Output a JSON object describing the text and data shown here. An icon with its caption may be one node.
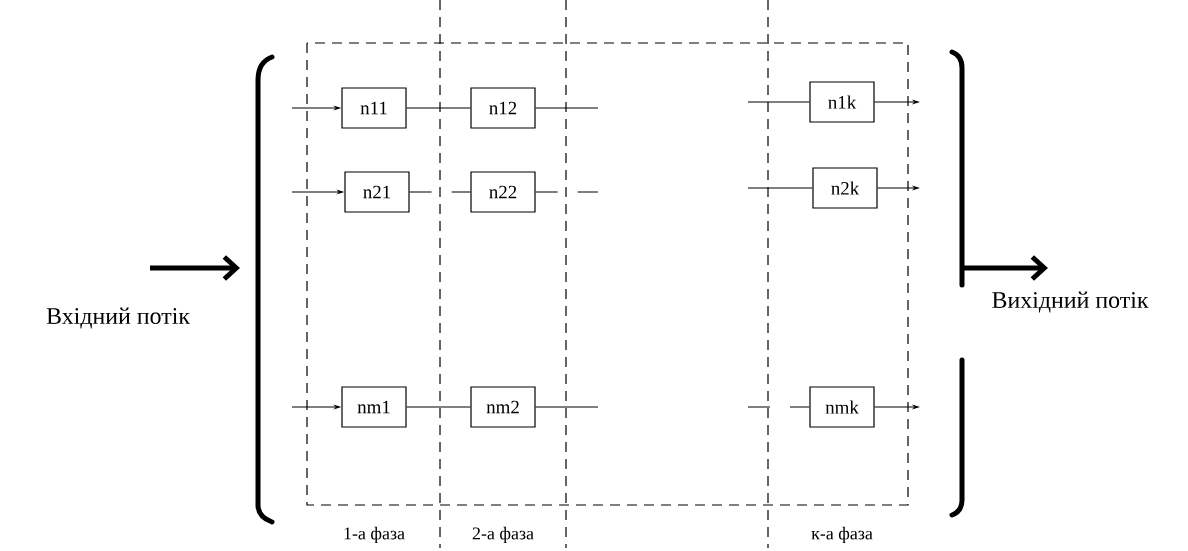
{
  "diagram": {
    "nodes": [
      {
        "text": [
          "n11"
        ]
      },
      {
        "text": [
          "n12"
        ]
      },
      {
        "text": [
          "n21"
        ]
      },
      {
        "text": [
          "n22"
        ]
      },
      {
        "text": [
          "nm1"
        ]
      },
      {
        "text": [
          "nm2"
        ]
      },
      {
        "text": [
          "n1k"
        ]
      },
      {
        "text": [
          "n2k"
        ]
      },
      {
        "text": [
          "nmk"
        ]
      }
    ],
    "edges": [
      {
        "from": null,
        "to": 0,
        "arrow": "to"
      },
      {
        "from": 0,
        "to": 1,
        "arrow": "none"
      },
      {
        "from": 1,
        "to": null,
        "arrow": "none"
      },
      {
        "from": null,
        "to": 2,
        "arrow": "to"
      },
      {
        "from": 2,
        "to": 3,
        "arrow": "none",
        "style": "dashed"
      },
      {
        "from": 3,
        "to": null,
        "arrow": "none",
        "style": "dashed"
      },
      {
        "from": null,
        "to": 4,
        "arrow": "to"
      },
      {
        "from": 4,
        "to": 5,
        "arrow": "none"
      },
      {
        "from": 5,
        "to": null,
        "arrow": "none"
      },
      {
        "from": null,
        "to": 6,
        "arrow": "none"
      },
      {
        "from": 6,
        "to": null,
        "arrow": "to"
      },
      {
        "from": null,
        "to": 7,
        "arrow": "none"
      },
      {
        "from": 7,
        "to": null,
        "arrow": "to"
      },
      {
        "from": null,
        "to": 8,
        "arrow": "none",
        "style": "dashed"
      },
      {
        "from": 8,
        "to": null,
        "arrow": "to"
      }
    ],
    "labels": [
      "Вхідний потік",
      "Вихідний потік",
      "1-а фаза",
      "2-а фаза",
      "к-а фаза"
    ]
  }
}
